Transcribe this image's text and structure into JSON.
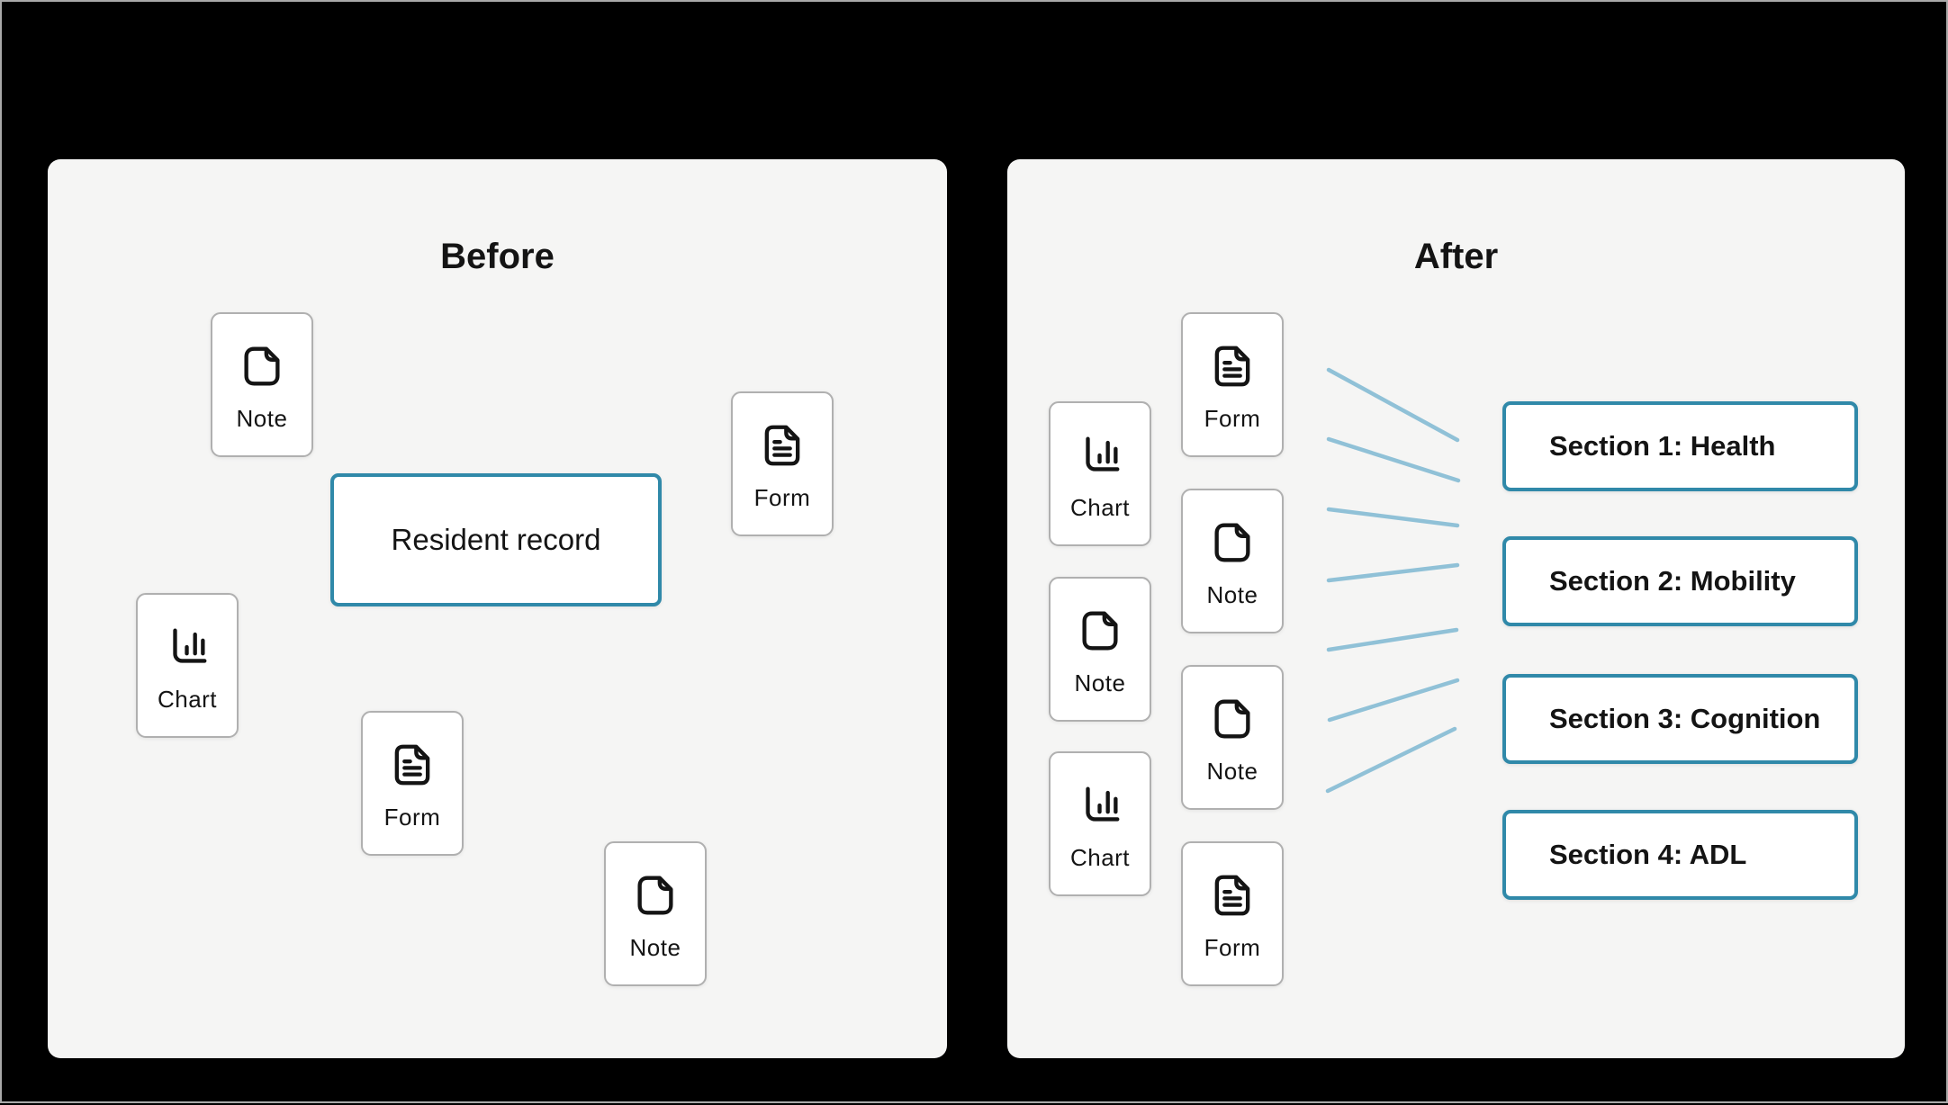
{
  "colors": {
    "background": "#000000",
    "frame_border": "#A9A9A9",
    "panel_bg": "#F5F5F4",
    "card_bg": "#FFFFFF",
    "card_border": "#B0B0B0",
    "accent_teal": "#3089A9",
    "connector_blue": "#90C1D7",
    "text": "#141414"
  },
  "before": {
    "title": "Before",
    "record_box_label": "Resident record",
    "cards": [
      {
        "icon": "note-icon",
        "label": "Note"
      },
      {
        "icon": "form-icon",
        "label": "Form"
      },
      {
        "icon": "chart-icon",
        "label": "Chart"
      },
      {
        "icon": "form-icon",
        "label": "Form"
      },
      {
        "icon": "note-icon",
        "label": "Note"
      }
    ]
  },
  "after": {
    "title": "After",
    "left_cards": [
      {
        "icon": "chart-icon",
        "label": "Chart"
      },
      {
        "icon": "note-icon",
        "label": "Note"
      },
      {
        "icon": "chart-icon",
        "label": "Chart"
      }
    ],
    "right_cards": [
      {
        "icon": "form-icon",
        "label": "Form"
      },
      {
        "icon": "note-icon",
        "label": "Note"
      },
      {
        "icon": "note-icon",
        "label": "Note"
      },
      {
        "icon": "form-icon",
        "label": "Form"
      }
    ],
    "sections": [
      {
        "label": "Section 1: Health"
      },
      {
        "label": "Section 2: Mobility"
      },
      {
        "label": "Section 3: Cognition"
      },
      {
        "label": "Section 4: ADL"
      }
    ]
  }
}
